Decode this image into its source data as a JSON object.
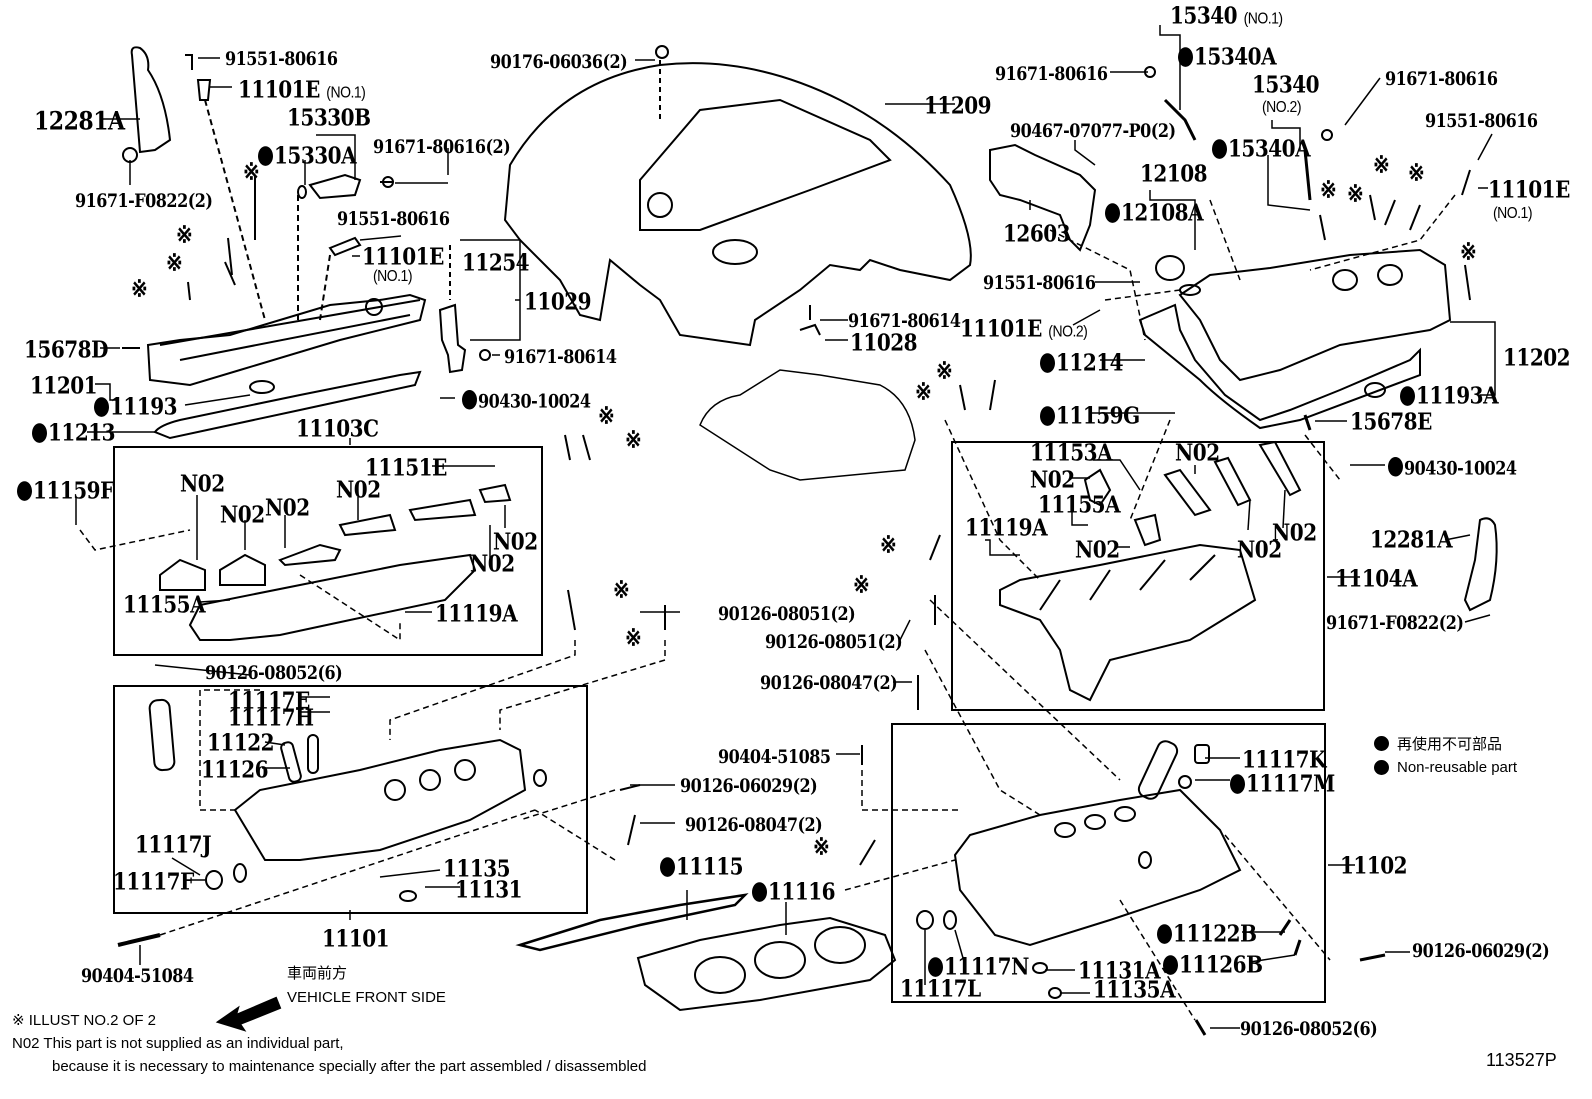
{
  "diagram": {
    "title_code": "113527P",
    "symbols": {
      "asterisk": "※",
      "non_reusable_marker": "●"
    },
    "legend": {
      "jp": "再使用不可部品",
      "en": "Non-reusable part"
    },
    "direction": {
      "jp": "車両前方",
      "en": "VEHICLE FRONT SIDE"
    },
    "notes": {
      "illust": "※ ILLUST NO.2 OF 2",
      "n02_line1": "N02 This part is not supplied as an individual part,",
      "n02_line2": "because it is necessary to maintenance specially after the part assembled / disassembled"
    },
    "labels": {
      "p12281A_l": "12281A",
      "p91671F0822_l": "91671-F0822(2)",
      "p91551_80616_tl": "91551-80616",
      "p11101E_tl": "11101E",
      "p11101E_tl_sub": "(NO.1)",
      "p15330B": "15330B",
      "p15330A": "15330A",
      "p91671_80616_2": "91671-80616(2)",
      "p91551_80616_ml": "91551-80616",
      "p11101E_ml": "11101E",
      "p11101E_ml_sub": "(NO.1)",
      "p11254": "11254",
      "p11029": "11029",
      "p91671_80614_l": "91671-80614",
      "p15678D": "15678D",
      "p11201": "11201",
      "p11193": "11193",
      "p11213": "11213",
      "p90430_l": "90430-10024",
      "p11103C": "11103C",
      "p11151E": "11151E",
      "p11159F": "11159F",
      "n02": "N02",
      "p11155A_l": "11155A",
      "p11119A_l": "11119A",
      "p90126_08052_l": "90126-08052(6)",
      "p11117E": "11117E",
      "p11117H": "11117H",
      "p11122": "11122",
      "p11126": "11126",
      "p11117J": "11117J",
      "p11117F": "11117F",
      "p11135": "11135",
      "p11131": "11131",
      "p11101": "11101",
      "p90404_51084": "90404-51084",
      "p90176": "90176-06036(2)",
      "p11209": "11209",
      "p91671_80614_m": "91671-80614",
      "p11028": "11028",
      "p90126_08051_a": "90126-08051(2)",
      "p90126_08051_b": "90126-08051(2)",
      "p90126_08047_a": "90126-08047(2)",
      "p90126_06029_l": "90126-06029(2)",
      "p90126_08047_b": "90126-08047(2)",
      "p90404_51085": "90404-51085",
      "p11115": "11115",
      "p11116": "11116",
      "p15340_1": "15340",
      "p15340_1_sub": "(NO.1)",
      "p15340A_a": "15340A",
      "p91671_80616_tr1": "91671-80616",
      "p15340_2": "15340",
      "p15340_2_sub": "(NO.2)",
      "p91671_80616_tr2": "91671-80616",
      "p90467": "90467-07077-P0(2)",
      "p15340A_b": "15340A",
      "p91551_80616_tr": "91551-80616",
      "p11101E_tr": "11101E",
      "p11101E_tr_sub": "(NO.1)",
      "p12108": "12108",
      "p12108A": "12108A",
      "p12603": "12603",
      "p91551_80616_mr": "91551-80616",
      "p11101E_no2": "11101E",
      "p11101E_no2_sub": "(NO.2)",
      "p11214": "11214",
      "p11202": "11202",
      "p11193A": "11193A",
      "p11159G": "11159G",
      "p15678E": "15678E",
      "p11153A": "11153A",
      "p11155A_r": "11155A",
      "p11119A_r": "11119A",
      "p90430_r": "90430-10024",
      "p11104A": "11104A",
      "p12281A_r": "12281A",
      "p91671F0822_r": "91671-F0822(2)",
      "p11117K": "11117K",
      "p11117M": "11117M",
      "p11102": "11102",
      "p11122B": "11122B",
      "p11126B": "11126B",
      "p90126_06029_r": "90126-06029(2)",
      "p11117N": "11117N",
      "p11117L": "11117L",
      "p11131A": "11131A",
      "p11135A": "11135A",
      "p90126_08052_r": "90126-08052(6)"
    }
  }
}
